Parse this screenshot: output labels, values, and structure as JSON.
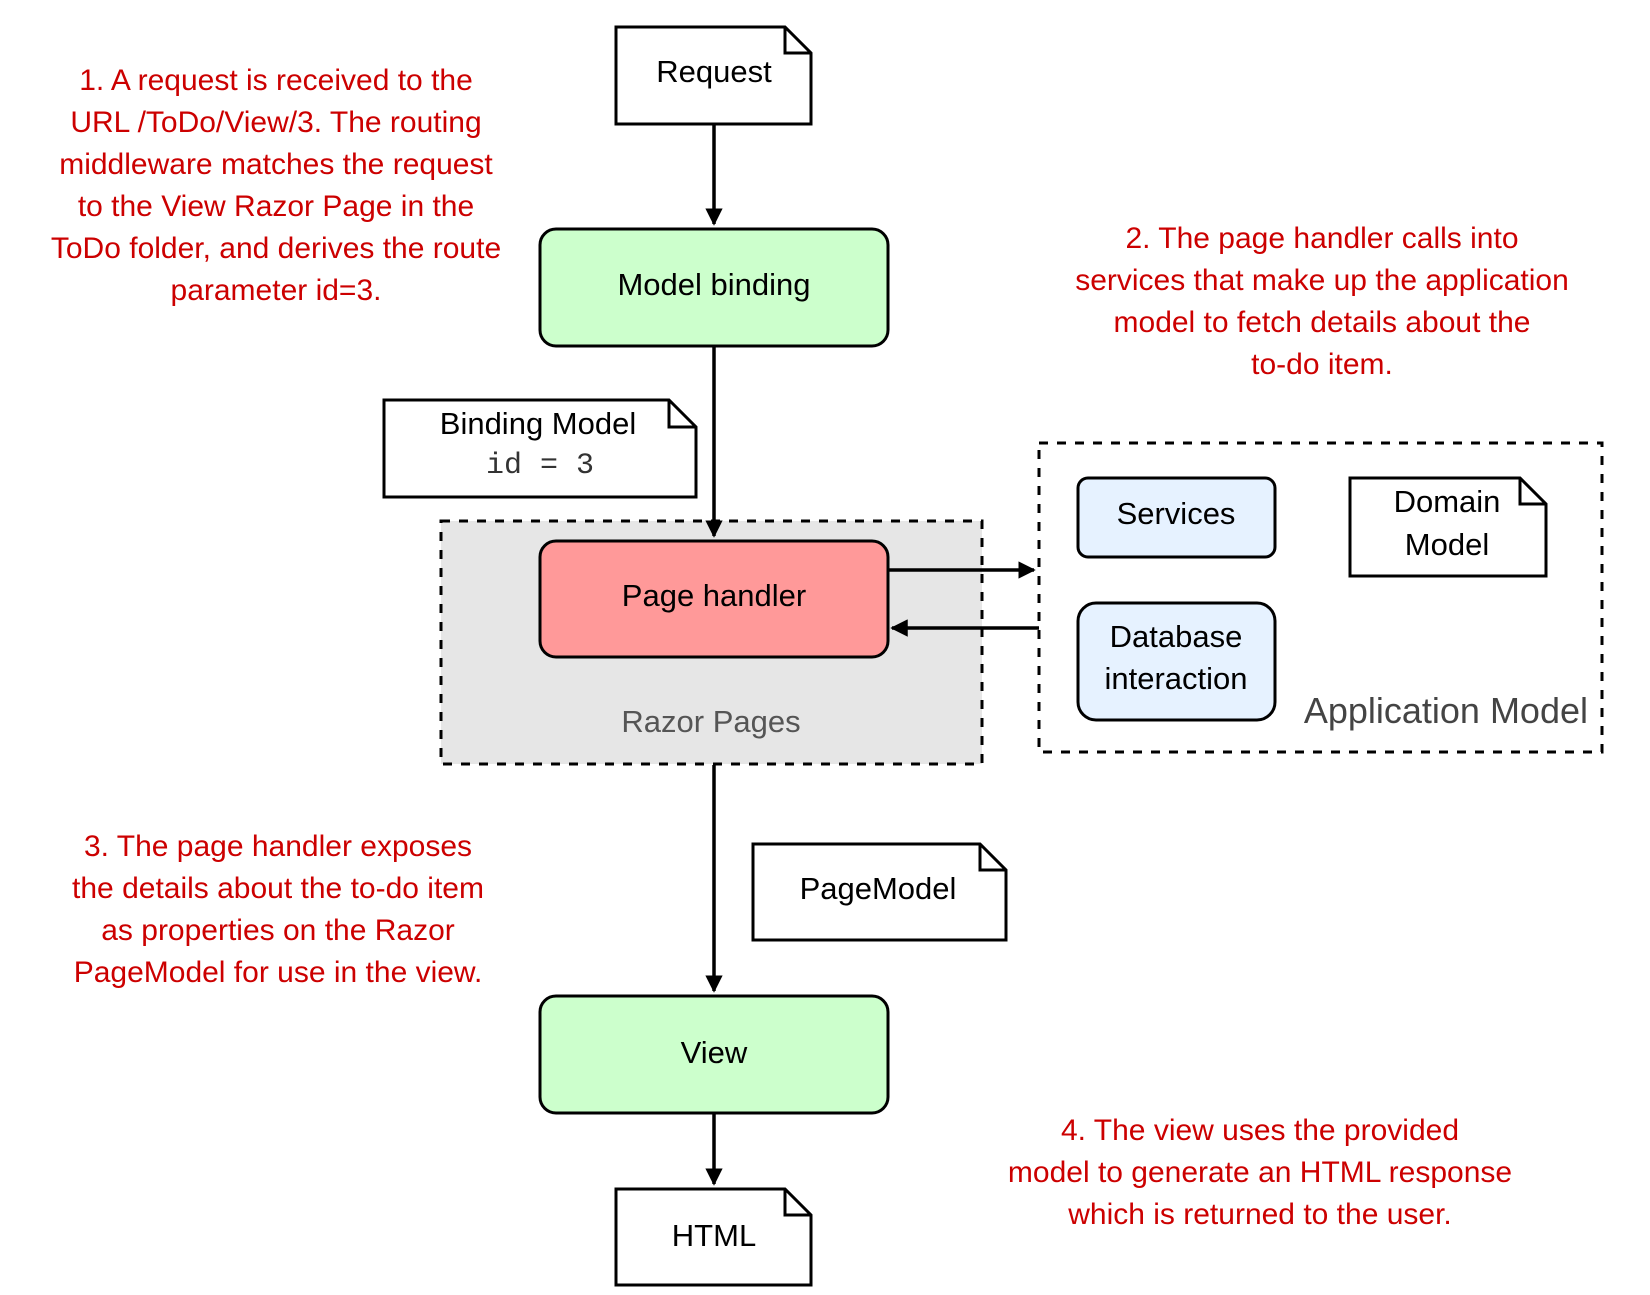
{
  "nodes": {
    "request": "Request",
    "model_binding": "Model binding",
    "binding_model_title": "Binding Model",
    "binding_model_code": "id = 3",
    "page_handler": "Page handler",
    "razor_pages": "Razor Pages",
    "services": "Services",
    "domain_model_line1": "Domain",
    "domain_model_line2": "Model",
    "database_line1": "Database",
    "database_line2": "interaction",
    "application_model": "Application Model",
    "page_model": "PageModel",
    "view": "View",
    "html": "HTML"
  },
  "notes": {
    "step1": [
      "1. A request is received to the",
      "URL /ToDo/View/3. The routing",
      "middleware matches the request",
      "to the View Razor Page in the",
      "ToDo folder, and derives the route",
      "parameter id=3."
    ],
    "step2": [
      "2. The page handler calls into",
      "services that make up the application",
      "model to fetch details about the",
      "to-do item."
    ],
    "step3": [
      "3. The page handler exposes",
      "the details about the to-do item",
      "as properties on the Razor",
      "PageModel for use in the view."
    ],
    "step4": [
      "4. The view uses the provided",
      "model to generate an HTML response",
      "which is returned to the user."
    ]
  },
  "colors": {
    "green_fill": "#ccffcc",
    "red_fill": "#ff9999",
    "blue_fill": "#e6f2ff",
    "grey_fill": "#e6e6e6",
    "note_text": "#cc0000"
  }
}
